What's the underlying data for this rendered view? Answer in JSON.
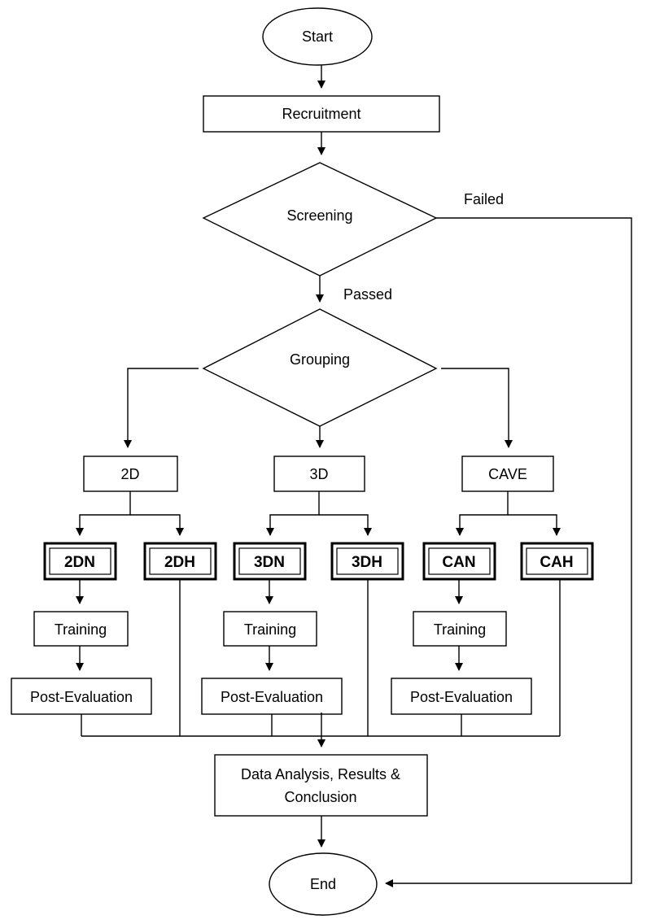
{
  "nodes": {
    "start": "Start",
    "recruitment": "Recruitment",
    "screening": "Screening",
    "grouping": "Grouping",
    "group_2d": "2D",
    "group_3d": "3D",
    "group_cave": "CAVE",
    "sub_2dn": "2DN",
    "sub_2dh": "2DH",
    "sub_3dn": "3DN",
    "sub_3dh": "3DH",
    "sub_can": "CAN",
    "sub_cah": "CAH",
    "training": "Training",
    "post_evaluation": "Post-Evaluation",
    "analysis_line1": "Data Analysis, Results &",
    "analysis_line2": "Conclusion",
    "end": "End"
  },
  "edge_labels": {
    "failed": "Failed",
    "passed": "Passed"
  }
}
